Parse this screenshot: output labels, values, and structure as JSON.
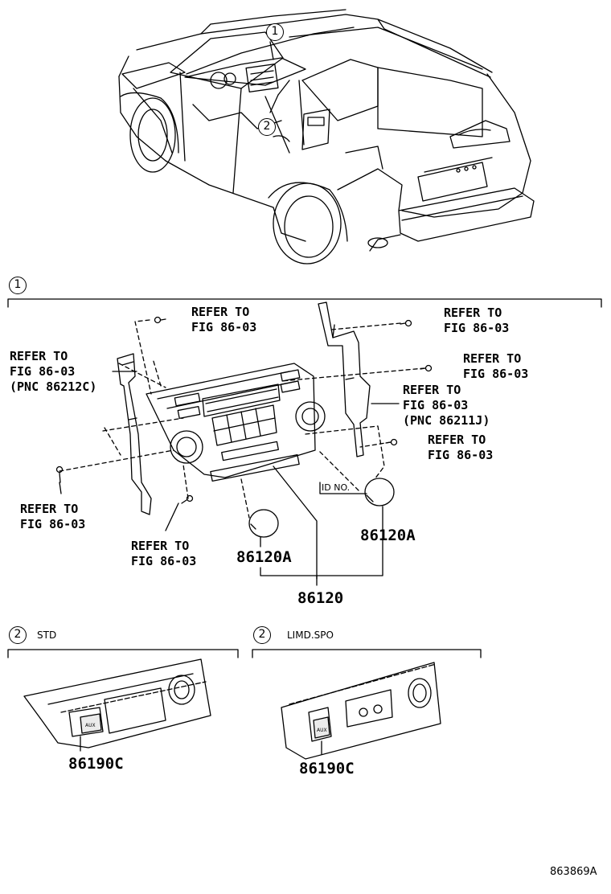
{
  "callouts": {
    "one": "1",
    "two": "2"
  },
  "section_1": {
    "refs": {
      "top_center": "REFER TO\nFIG 86-03",
      "top_right": "REFER TO\nFIG 86-03",
      "left_bracket": "REFER TO\nFIG 86-03\n(PNC 86212C)",
      "right_screw": "REFER TO\nFIG 86-03",
      "right_bracket": "REFER TO\nFIG 86-03\n(PNC 86211J)",
      "right_lower": "REFER TO\nFIG 86-03",
      "left_lower": "REFER TO\nFIG 86-03",
      "bottom_center": "REFER TO\nFIG 86-03"
    },
    "id_no": "ID NO.",
    "part_86120a_left": "86120A",
    "part_86120a_right": "86120A",
    "part_86120": "86120"
  },
  "section_2_std": {
    "label": "STD",
    "part": "86190C"
  },
  "section_2_limd": {
    "label": "LIMD.SPO",
    "part": "86190C"
  },
  "figure_id": "863869A"
}
